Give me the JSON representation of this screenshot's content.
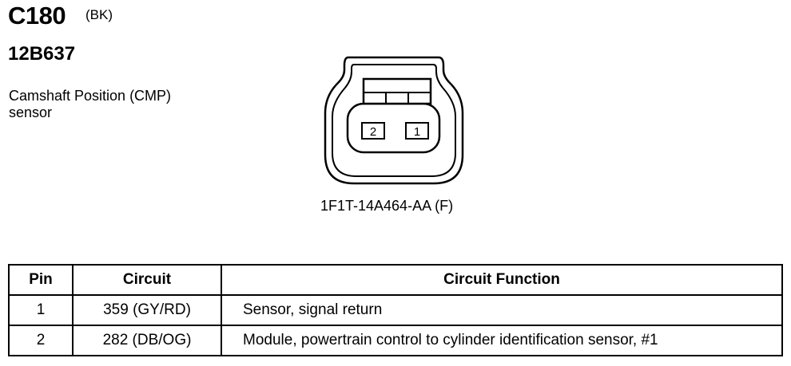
{
  "header": {
    "connector_id": "C180",
    "color_code": "(BK)",
    "part_number": "12B637",
    "description_line1": "Camshaft Position (CMP)",
    "description_line2": "sensor"
  },
  "diagram": {
    "pin_labels": [
      "2",
      "1"
    ],
    "part_code": "1F1T-14A464-AA (F)"
  },
  "table": {
    "headers": {
      "pin": "Pin",
      "circuit": "Circuit",
      "function": "Circuit Function"
    },
    "rows": [
      {
        "pin": "1",
        "circuit": "359 (GY/RD)",
        "function": "Sensor, signal return"
      },
      {
        "pin": "2",
        "circuit": "282 (DB/OG)",
        "function": "Module, powertrain control to cylinder identification sensor, #1"
      }
    ]
  }
}
